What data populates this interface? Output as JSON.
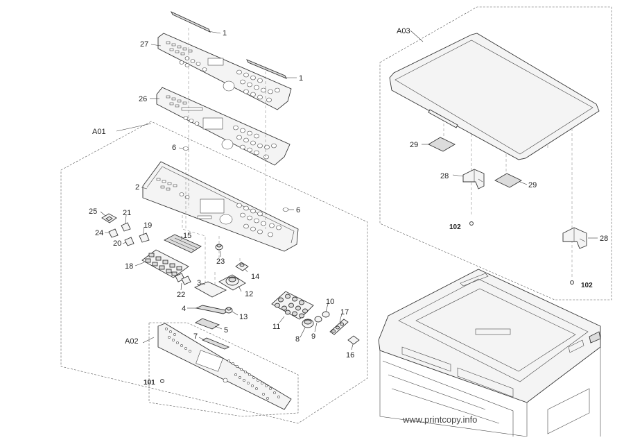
{
  "groups": [
    "A01",
    "A02",
    "A03"
  ],
  "callouts": [
    {
      "id": "1a",
      "text": "1"
    },
    {
      "id": "1b",
      "text": "1"
    },
    {
      "id": "27",
      "text": "27"
    },
    {
      "id": "26",
      "text": "26"
    },
    {
      "id": "6a",
      "text": "6"
    },
    {
      "id": "2",
      "text": "2"
    },
    {
      "id": "6b",
      "text": "6"
    },
    {
      "id": "25",
      "text": "25"
    },
    {
      "id": "21",
      "text": "21"
    },
    {
      "id": "19",
      "text": "19"
    },
    {
      "id": "24",
      "text": "24"
    },
    {
      "id": "20",
      "text": "20"
    },
    {
      "id": "15",
      "text": "15"
    },
    {
      "id": "18",
      "text": "18"
    },
    {
      "id": "23",
      "text": "23"
    },
    {
      "id": "14",
      "text": "14"
    },
    {
      "id": "3",
      "text": "3"
    },
    {
      "id": "22",
      "text": "22"
    },
    {
      "id": "12",
      "text": "12"
    },
    {
      "id": "4",
      "text": "4"
    },
    {
      "id": "13",
      "text": "13"
    },
    {
      "id": "5",
      "text": "5"
    },
    {
      "id": "10",
      "text": "10"
    },
    {
      "id": "17",
      "text": "17"
    },
    {
      "id": "11",
      "text": "11"
    },
    {
      "id": "8",
      "text": "8"
    },
    {
      "id": "9",
      "text": "9"
    },
    {
      "id": "16",
      "text": "16"
    },
    {
      "id": "7",
      "text": "7"
    },
    {
      "id": "29a",
      "text": "29"
    },
    {
      "id": "28a",
      "text": "28"
    },
    {
      "id": "29b",
      "text": "29"
    },
    {
      "id": "28b",
      "text": "28"
    }
  ],
  "screws": [
    {
      "id": "101",
      "text": "101"
    },
    {
      "id": "102a",
      "text": "102"
    },
    {
      "id": "102b",
      "text": "102"
    }
  ],
  "watermark": "www.printcopy.info"
}
